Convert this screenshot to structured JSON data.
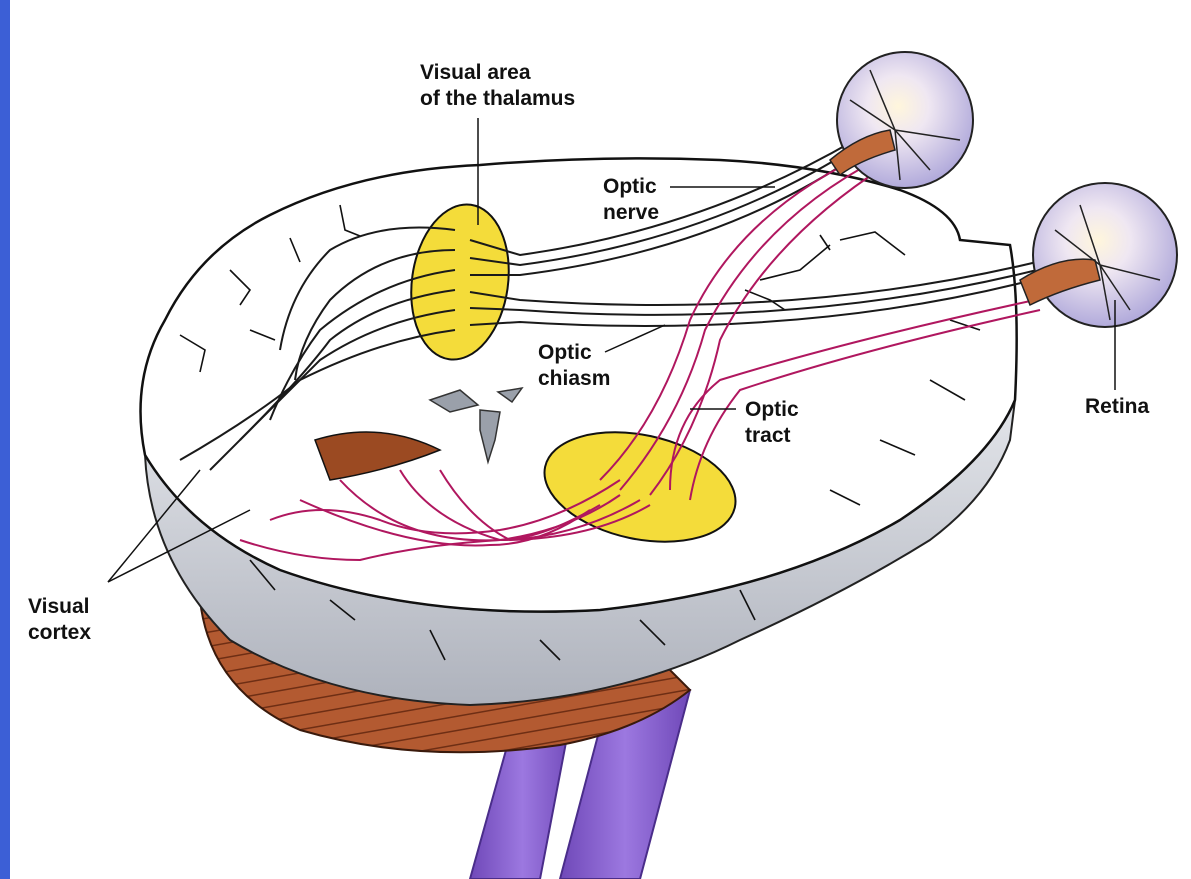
{
  "labels": {
    "thalamus": [
      "Visual area",
      "of the thalamus"
    ],
    "optic_nerve": [
      "Optic",
      "nerve"
    ],
    "optic_chiasm": [
      "Optic",
      "chiasm"
    ],
    "optic_tract": [
      "Optic",
      "tract"
    ],
    "retina": [
      "Retina"
    ],
    "visual_cortex": [
      "Visual",
      "cortex"
    ]
  },
  "colors": {
    "accent_bar": "#3c5fd6",
    "brain_white": "#ffffff",
    "brain_gray": "#c9ccd3",
    "cerebellum": "#a8532e",
    "brainstem": "#8a5fd0",
    "nucleus_yellow": "#f4dc3a",
    "eyeball": "#d9d4f2",
    "nerve_black": "#1a1a1a",
    "tract_magenta": "#b0175f"
  }
}
